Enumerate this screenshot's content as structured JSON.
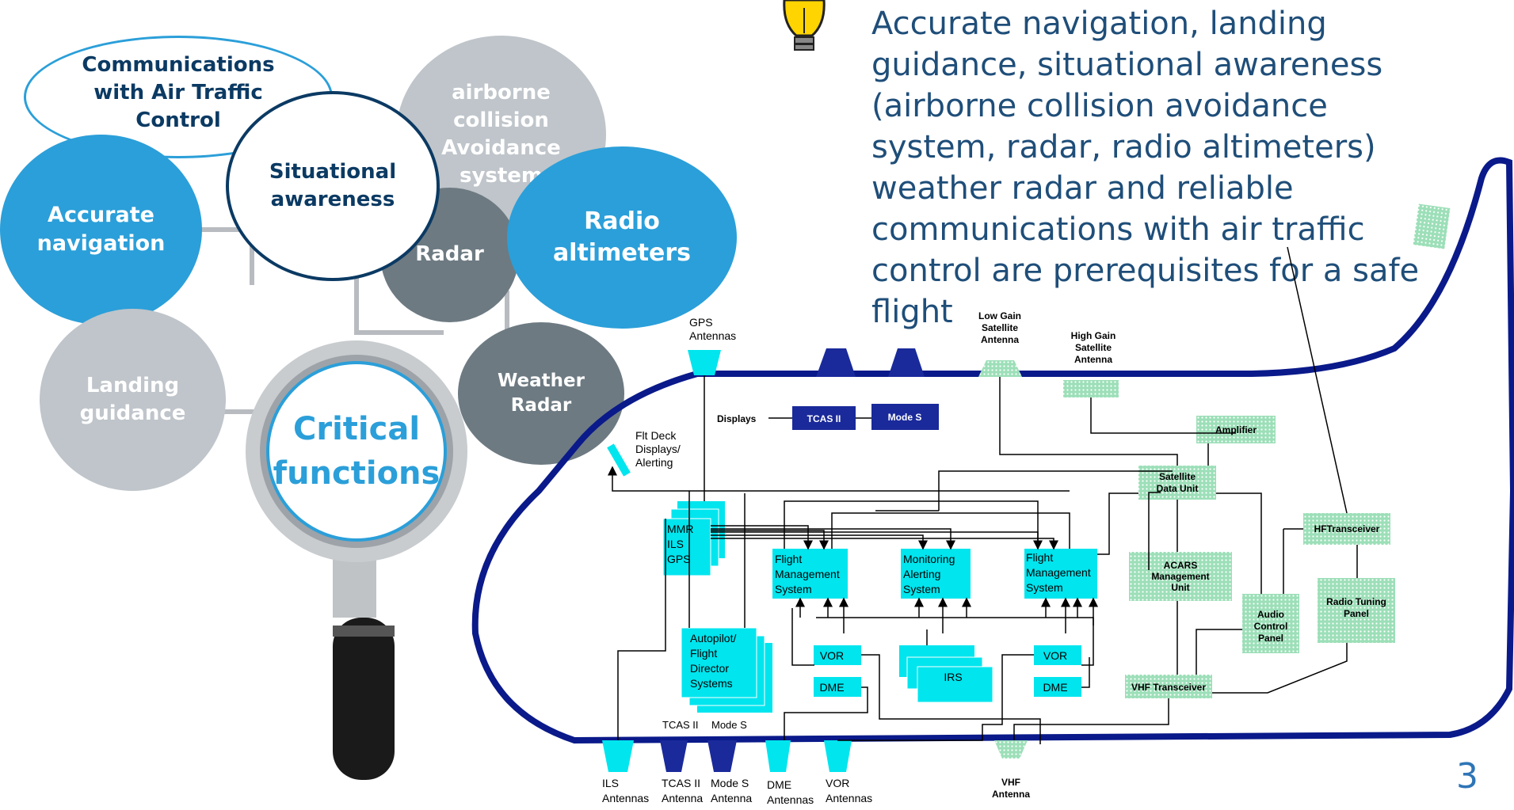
{
  "caption": "Accurate navigation, landing guidance, situational awareness (airborne collision avoidance system, radar, radio altimeters) weather radar and reliable communications with air traffic control are prerequisites for a safe flight",
  "page_number": "3",
  "bubbles": {
    "communications": "Communications with Air Traffic Control",
    "airborne": "airborne collision Avoidance system",
    "situational": "Situational awareness",
    "accurate": "Accurate navigation",
    "radar": "Radar",
    "radio": "Radio altimeters",
    "landing": "Landing guidance",
    "weather": "Weather Radar",
    "critical": "Critical functions"
  },
  "diagram": {
    "gps_antennas": [
      "GPS",
      "Antennas"
    ],
    "low_gain": [
      "Low Gain",
      "Satellite",
      "Antenna"
    ],
    "high_gain": [
      "High Gain",
      "Satellite",
      "Antenna"
    ],
    "displays": "Displays",
    "tcas": "TCAS II",
    "mode_s": "Mode S",
    "amplifier": "Amplifier",
    "flt_deck": [
      "Flt Deck",
      "Displays/",
      "Alerting"
    ],
    "satellite_data_unit": [
      "Satellite",
      "Data Unit"
    ],
    "mmr": [
      "MMR",
      "ILS",
      "GPS"
    ],
    "fms_left": [
      "Flight",
      "Management",
      "System"
    ],
    "monitoring": [
      "Monitoring",
      "Alerting",
      "System"
    ],
    "fms_right": [
      "Flight",
      "Management",
      "System"
    ],
    "hf_transceiver": "HFTransceiver",
    "acars": [
      "ACARS",
      "Management",
      "Unit"
    ],
    "radio_tuning": [
      "Radio Tuning",
      "Panel"
    ],
    "audio": [
      "Audio",
      "Control",
      "Panel"
    ],
    "autopilot": [
      "Autopilot/",
      "Flight",
      "Director",
      "Systems"
    ],
    "vor": "VOR",
    "dme": "DME",
    "irs": "IRS",
    "vhf_transceiver": "VHF Transceiver",
    "bottom_tcas": "TCAS II",
    "bottom_mode_s": "Mode S",
    "ils_antennas": [
      "ILS",
      "Antennas"
    ],
    "tcas_antenna": [
      "TCAS II",
      "Antenna"
    ],
    "mode_s_antenna": [
      "Mode S",
      "Antenna"
    ],
    "dme_antennas": [
      "DME",
      "Antennas"
    ],
    "vor_antennas": [
      "VOR",
      "Antennas"
    ],
    "vhf_antenna": [
      "VHF",
      "Antenna"
    ]
  },
  "colors": {
    "dark_blue": "#0b3a63",
    "mid_blue": "#2b9fd9",
    "light_grey": "#bfc5ca",
    "dark_grey": "#6d7a82",
    "cyan": "#00e5ee",
    "green": "#9cdfb8",
    "navy": "#0a1a8a"
  }
}
